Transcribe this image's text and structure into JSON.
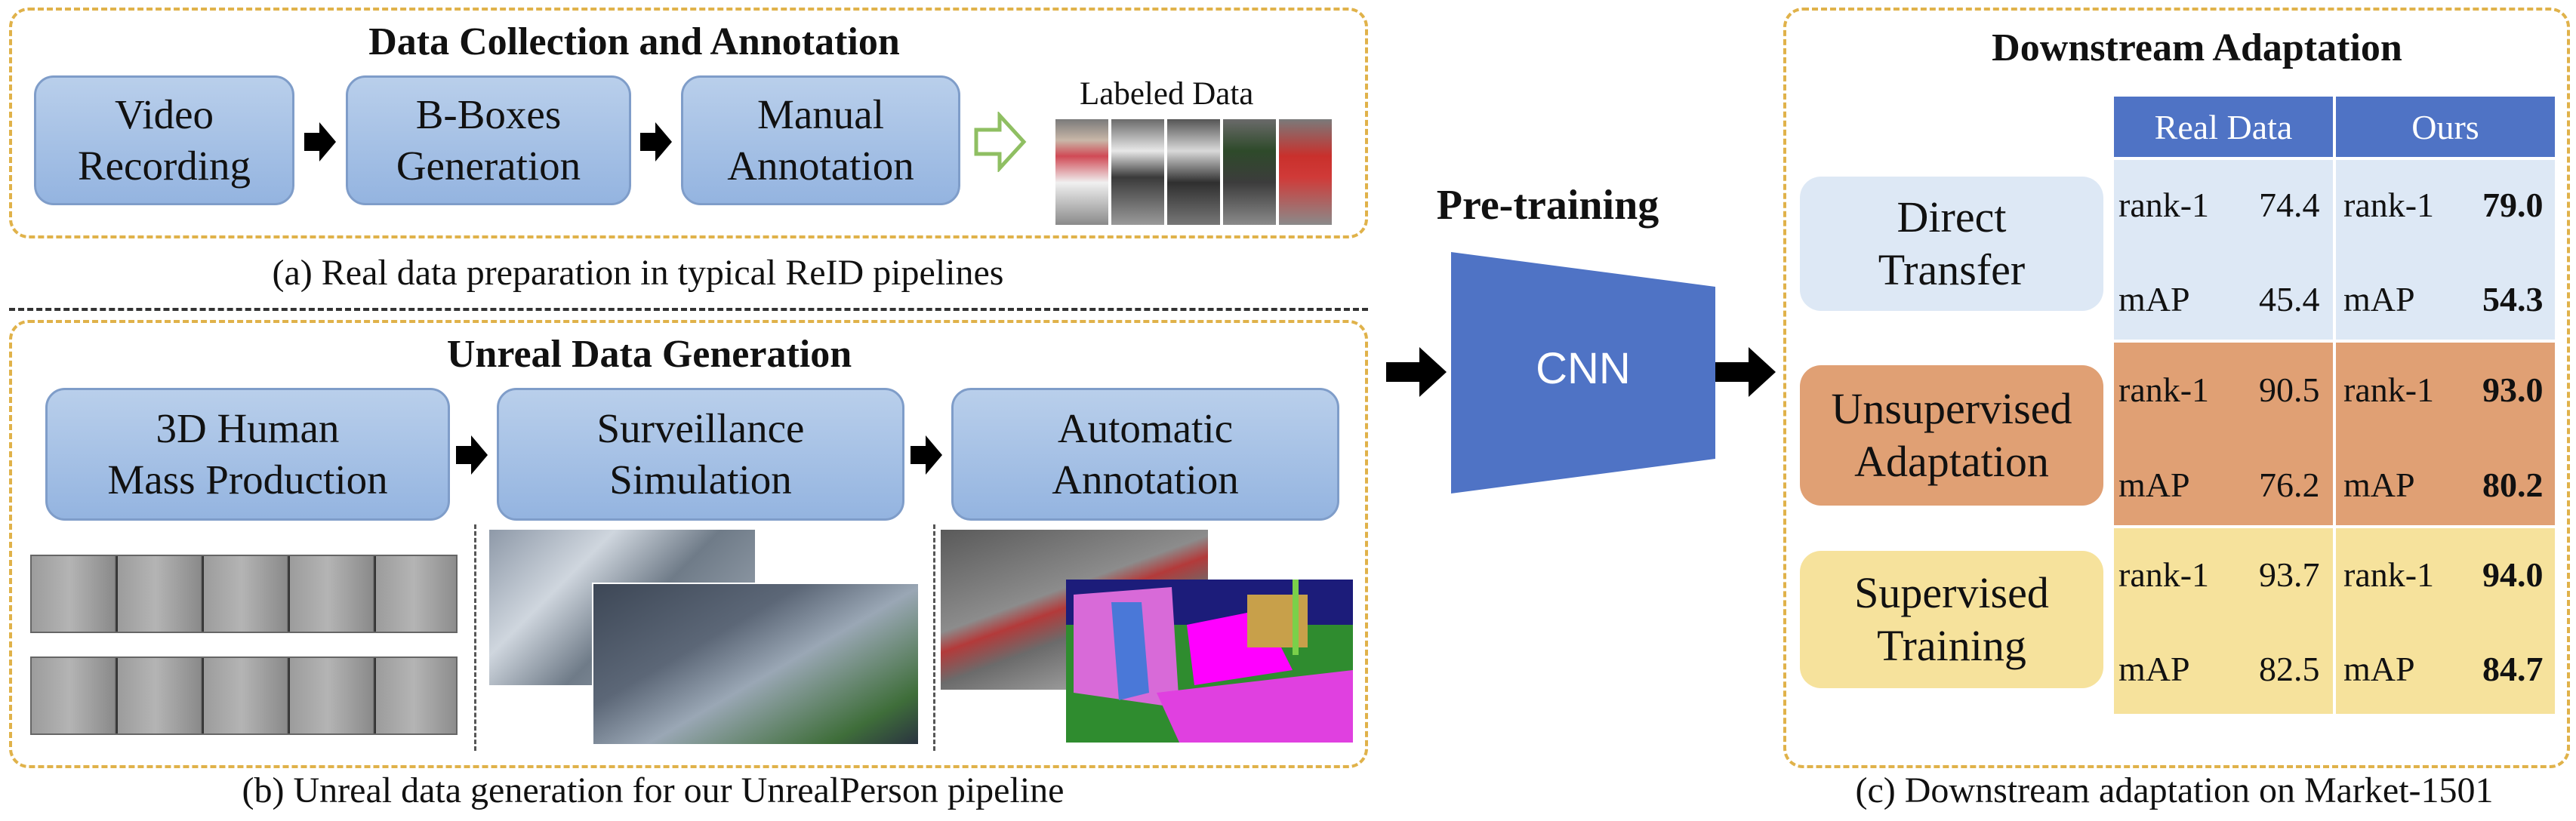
{
  "panel_a": {
    "title": "Data Collection and Annotation",
    "steps": [
      "Video\nRecording",
      "B-Boxes\nGeneration",
      "Manual\nAnnotation"
    ],
    "labeled_title": "Labeled Data",
    "caption": "(a) Real data preparation in typical ReID pipelines"
  },
  "panel_b": {
    "title": "Unreal Data Generation",
    "steps": [
      "3D Human\nMass Production",
      "Surveillance\nSimulation",
      "Automatic\nAnnotation"
    ],
    "caption": "(b) Unreal data generation for our UnrealPerson pipeline"
  },
  "middle": {
    "title": "Pre-training",
    "model_label": "CNN"
  },
  "panel_c": {
    "title": "Downstream Adaptation",
    "col_headers": [
      "Real Data",
      "Ours"
    ],
    "rows": [
      {
        "label": "Direct\nTransfer",
        "real": [
          {
            "metric": "rank-1",
            "value": "74.4"
          },
          {
            "metric": "mAP",
            "value": "45.4"
          }
        ],
        "ours": [
          {
            "metric": "rank-1",
            "value": "79.0"
          },
          {
            "metric": "mAP",
            "value": "54.3"
          }
        ]
      },
      {
        "label": "Unsupervised\nAdaptation",
        "real": [
          {
            "metric": "rank-1",
            "value": "90.5"
          },
          {
            "metric": "mAP",
            "value": "76.2"
          }
        ],
        "ours": [
          {
            "metric": "rank-1",
            "value": "93.0"
          },
          {
            "metric": "mAP",
            "value": "80.2"
          }
        ]
      },
      {
        "label": "Supervised\nTraining",
        "real": [
          {
            "metric": "rank-1",
            "value": "93.7"
          },
          {
            "metric": "mAP",
            "value": "82.5"
          }
        ],
        "ours": [
          {
            "metric": "rank-1",
            "value": "94.0"
          },
          {
            "metric": "mAP",
            "value": "84.7"
          }
        ]
      }
    ],
    "caption": "(c) Downstream adaptation on Market-1501"
  },
  "colors": {
    "step_blue": "#a8c2e6",
    "cnn_blue": "#4f73c5",
    "row_direct": "#dde8f5",
    "row_unsup": "#e0a074",
    "row_sup": "#f6e29c",
    "dashed_border": "#e0b24a"
  }
}
